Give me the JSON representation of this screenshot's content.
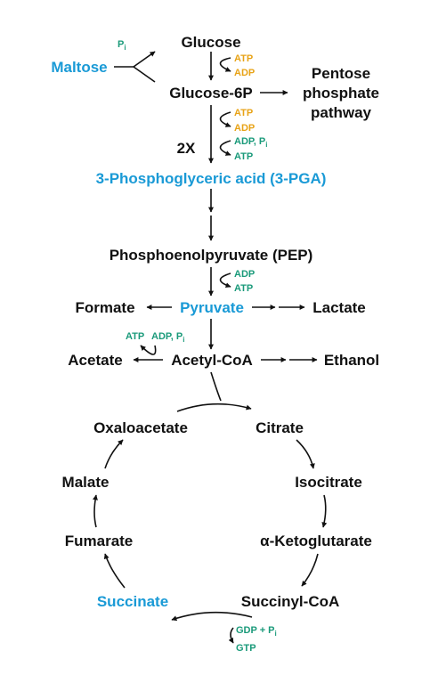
{
  "colors": {
    "text": "#111111",
    "highlight": "#1a9ad6",
    "energy": "#e8a317",
    "cofactor": "#1a9a7a"
  },
  "nodes": {
    "maltose": "Maltose",
    "glucose": "Glucose",
    "glucose6p": "Glucose-6P",
    "pentose_line1": "Pentose",
    "pentose_line2": "phosphate",
    "pentose_line3": "pathway",
    "multiplier": "2X",
    "pga": "3-Phosphoglyceric acid (3-PGA)",
    "pep": "Phosphoenolpyruvate (PEP)",
    "formate": "Formate",
    "pyruvate": "Pyruvate",
    "lactate": "Lactate",
    "acetate": "Acetate",
    "acetyl_coa": "Acetyl-CoA",
    "ethanol": "Ethanol",
    "oxaloacetate": "Oxaloacetate",
    "citrate": "Citrate",
    "malate": "Malate",
    "isocitrate": "Isocitrate",
    "fumarate": "Fumarate",
    "ketoglutarate": "α-Ketoglutarate",
    "succinate": "Succinate",
    "succinyl_coa": "Succinyl-CoA"
  },
  "cofactors": {
    "maltose_pi": "P",
    "maltose_pi_sub": "i",
    "glucose_atp": "ATP",
    "glucose_adp": "ADP",
    "g6p_atp": "ATP",
    "g6p_adp": "ADP",
    "pga_adp_pi": "ADP, P",
    "pga_adp_pi_sub": "i",
    "pga_atp": "ATP",
    "pep_adp": "ADP",
    "pep_atp": "ATP",
    "acetate_atp": "ATP",
    "acetate_adp_pi": "ADP, P",
    "acetate_adp_pi_sub": "i",
    "succinyl_gdp_pi": "GDP + P",
    "succinyl_gdp_pi_sub": "i",
    "succinyl_gtp": "GTP"
  }
}
